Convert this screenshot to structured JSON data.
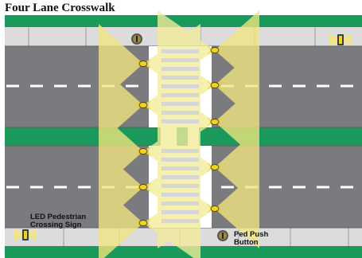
{
  "title": "Four Lane Crosswalk",
  "labels": {
    "led_sign": [
      "LED Pedestrian",
      "Crossing Sign"
    ],
    "push_button": [
      "Ped Push",
      "Button"
    ]
  },
  "colors": {
    "grass": "#1a9a5a",
    "sidewalk": "#dcdcdc",
    "curb": "#9a9a9a",
    "road": "#7b7b7f",
    "lane_marking": "#ffffff",
    "crosswalk": "#ffffff",
    "light_cone": "#f2e680",
    "light_marker": "#f2d21a",
    "push_button": "#a08a3a"
  },
  "icons": [
    "led-pedestrian-crossing-sign-icon",
    "ped-push-button-icon",
    "in-road-warning-light-icon"
  ]
}
